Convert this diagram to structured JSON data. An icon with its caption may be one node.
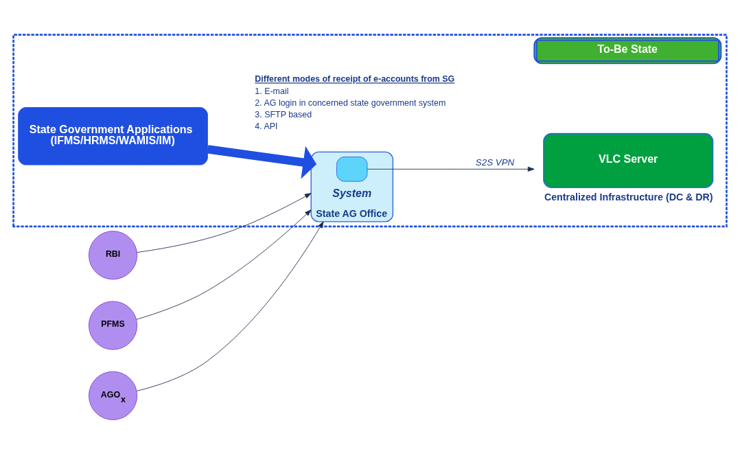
{
  "diagram": {
    "nodes": [
      {
        "text": [
          "To-Be State"
        ]
      },
      {
        "text": [
          "State Government Applications (IFMS/HRMS/WAMIS/IM)"
        ],
        "in": 0
      },
      {
        "text": [
          "System"
        ],
        "beside": [
          "State AG Office"
        ],
        "in": 0
      },
      {
        "text": [],
        "shape": "box",
        "in": 2
      },
      {
        "text": [
          "VLC Server"
        ],
        "beside": [
          "Centralized Infrastructure (DC & DR)"
        ],
        "in": 0
      },
      {
        "text": [
          "RBI"
        ]
      },
      {
        "text": [
          "PFMS"
        ]
      },
      {
        "text": [
          "AGO$_{x}$"
        ]
      }
    ],
    "edges": [
      {
        "from": 1,
        "to": 2,
        "arrow": "to",
        "style": "thick",
        "color": "#1f4fe0"
      },
      {
        "from": 5,
        "to": 2,
        "arrow": "to"
      },
      {
        "from": 6,
        "to": 2,
        "arrow": "to"
      },
      {
        "from": 7,
        "to": 2,
        "arrow": "to"
      },
      {
        "from": 3,
        "to": 4,
        "arrow": "to",
        "label": "S2S VPN"
      }
    ],
    "labels": [
      "Different modes of receipt of e-accounts from SG",
      "1. E-mail",
      "2. AG login in concerned state government system",
      "3. SFTP based",
      "4. API"
    ]
  }
}
